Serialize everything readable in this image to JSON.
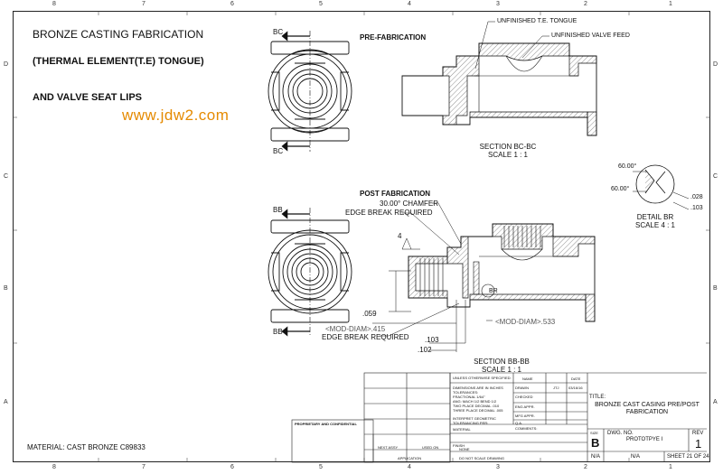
{
  "zones": {
    "top": [
      "8",
      "7",
      "6",
      "5",
      "4",
      "3",
      "2",
      "1"
    ],
    "bottom": [
      "8",
      "7",
      "6",
      "5",
      "4",
      "3",
      "2",
      "1"
    ],
    "left": [
      "D",
      "C",
      "B",
      "A"
    ],
    "right": [
      "D",
      "C",
      "B",
      "A"
    ]
  },
  "titles": {
    "line1": "BRONZE CASTING FABRICATION",
    "line2": "(THERMAL ELEMENT(T.E) TONGUE)",
    "line3": "AND VALVE SEAT LIPS"
  },
  "watermark": "www.jdw2.com",
  "pre": {
    "heading": "PRE-FABRICATION",
    "callout1": "UNFINISHED T.E. TONGUE",
    "callout2": "UNFINISHED VALVE FEED",
    "section_title": "SECTION BC-BC",
    "section_scale": "SCALE 1 : 1",
    "label_top": "BC",
    "label_bottom": "BC"
  },
  "detail": {
    "angle1": "60.00°",
    "angle2": "60.00°",
    "dim1": ".028",
    "dim2": ".103",
    "title": "DETAIL BR",
    "scale": "SCALE 4 : 1"
  },
  "post": {
    "heading": "POST FABRICATION",
    "chamfer": "30.00° CHAMFER",
    "edge1": "EDGE BREAK REQUIRED",
    "edge2": "EDGE BREAK REQUIRED",
    "dim_059": ".059",
    "mod_415": "<MOD-DIAM>.415",
    "mod_533": "<MOD-DIAM>.533",
    "dim_103": ".103",
    "dim_102": ".102",
    "finish": "4",
    "detail_ref": "BR",
    "section_title": "SECTION BB-BB",
    "section_scale": "SCALE 1 : 1",
    "label_top": "BB",
    "label_bottom": "BB"
  },
  "material": "MATERIAL: CAST BRONZE C89833",
  "titleblock": {
    "unless": "UNLESS OTHERWISE SPECIFIED:",
    "name_col": "NAME",
    "date_col": "DATE",
    "drawn": "DRAWN",
    "drawn_name": "JTJ",
    "drawn_date": "03/16/16",
    "dims_lines": [
      "DIMENSIONS ARE IN INCHES",
      "TOLERANCES:",
      "FRACTIONAL    1/64\"",
      "ANG: MACH   1/2  BEND  1/2",
      "TWO PLACE DECIMAL    .010",
      "THREE PLACE DECIMAL   .005"
    ],
    "checked": "CHECKED",
    "eng_appr": "ENG APPR.",
    "mfg_appr": "MFG APPR.",
    "qa": "Q.A.",
    "comments": "COMMENTS:",
    "geom": [
      "INTERPRET GEOMETRIC",
      "TOLERANCING PER:"
    ],
    "material_lbl": "MATERIAL",
    "finish_lbl": "FINISH",
    "finish_val": "NONE",
    "next_assy": "NEXT ASSY",
    "used_on": "USED ON",
    "application": "APPLICATION",
    "do_not_scale": "DO NOT SCALE DRAWING",
    "proprietary": "PROPRIETARY AND CONFIDENTIAL",
    "title_lbl": "TITLE:",
    "title_val1": "BRONZE CAST CASING PRE/POST",
    "title_val2": "FABRICATION",
    "size_lbl": "SIZE",
    "size_val": "B",
    "dwg_lbl": "DWG.  NO.",
    "dwg_val": "PROTOTPYE I",
    "rev_lbl": "REV",
    "rev_val": "1",
    "na1": "N/A",
    "na2": "N/A",
    "sheet": "SHEET 21 OF 24"
  }
}
